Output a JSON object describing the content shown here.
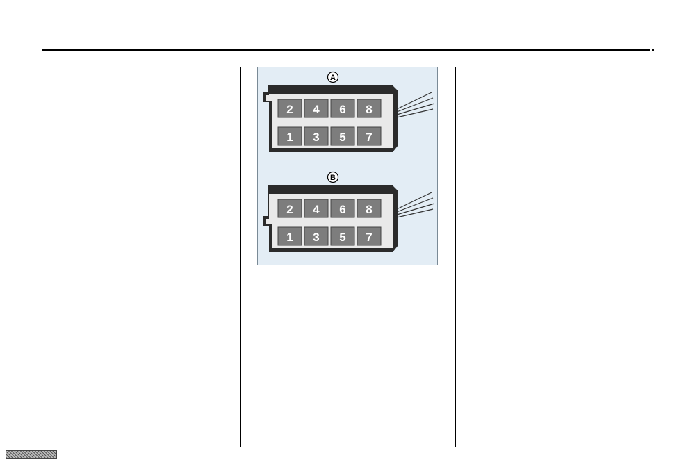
{
  "figure": {
    "connectors": [
      {
        "label": "A",
        "pins_top": [
          "2",
          "4",
          "6",
          "8"
        ],
        "pins_bottom": [
          "1",
          "3",
          "5",
          "7"
        ]
      },
      {
        "label": "B",
        "pins_top": [
          "2",
          "4",
          "6",
          "8"
        ],
        "pins_bottom": [
          "1",
          "3",
          "5",
          "7"
        ]
      }
    ]
  },
  "colors": {
    "panel_bg": "#e3edf5",
    "connector_face": "#e9e9e9",
    "connector_outline": "#2b2b2b",
    "pin_fill": "#7d7d7d",
    "pin_text": "#ffffff"
  }
}
